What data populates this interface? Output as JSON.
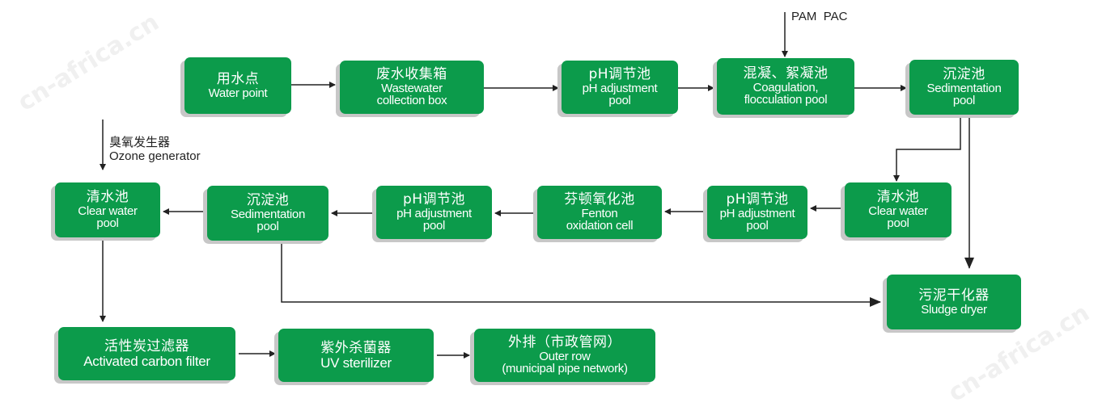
{
  "watermark": "cn-africa.cn",
  "inputs": {
    "chemicals": "PAM  PAC",
    "ozone_zh": "臭氧发生器",
    "ozone_en": "Ozone generator"
  },
  "nodes": {
    "water_point": {
      "zh": "用水点",
      "en": "Water point"
    },
    "wastewater_box": {
      "zh": "废水收集箱",
      "en1": "Wastewater",
      "en2": "collection box"
    },
    "ph_pool_1": {
      "zh": "pH调节池",
      "en1": "pH adjustment",
      "en2": "pool"
    },
    "coagulation": {
      "zh": "混凝、絮凝池",
      "en1": "Coagulation,",
      "en2": "flocculation pool"
    },
    "sedimentation_1": {
      "zh": "沉淀池",
      "en1": "Sedimentation",
      "en2": "pool"
    },
    "clear_water_1": {
      "zh": "清水池",
      "en1": "Clear water",
      "en2": "pool"
    },
    "ph_pool_2": {
      "zh": "pH调节池",
      "en1": "pH adjustment",
      "en2": "pool"
    },
    "fenton": {
      "zh": "芬顿氧化池",
      "en1": "Fenton",
      "en2": "oxidation cell"
    },
    "ph_pool_3": {
      "zh": "pH调节池",
      "en1": "pH adjustment",
      "en2": "pool"
    },
    "sedimentation_2": {
      "zh": "沉淀池",
      "en1": "Sedimentation",
      "en2": "pool"
    },
    "clear_water_2": {
      "zh": "清水池",
      "en1": "Clear water",
      "en2": "pool"
    },
    "sludge_dryer": {
      "zh": "污泥干化器",
      "en": "Sludge dryer"
    },
    "carbon_filter": {
      "zh": "活性炭过滤器",
      "en": "Activated carbon filter"
    },
    "uv": {
      "zh": "紫外杀菌器",
      "en": "UV sterilizer"
    },
    "outer_row": {
      "zh": "外排（市政管网）",
      "en1": "Outer row",
      "en2": "(municipal pipe network)"
    }
  },
  "colors": {
    "node_fill": "#0c9b4b",
    "node_shadow": "#c7c7c7",
    "arrow": "#222222"
  }
}
